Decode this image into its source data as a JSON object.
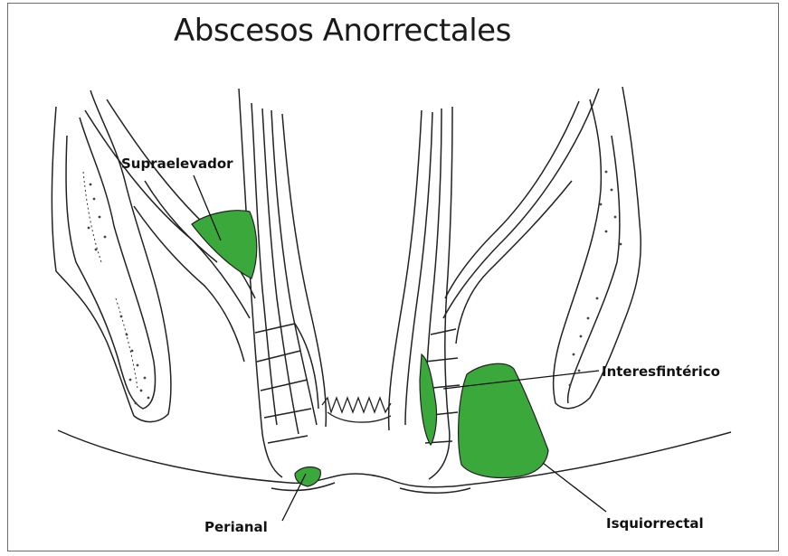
{
  "title": "Abscesos Anorrectales",
  "labels": {
    "supraelevador": "Supraelevador",
    "interesfinterico": "Interesfintérico",
    "isquiorrectal": "Isquiorrectal",
    "perianal": "Perianal"
  },
  "colors": {
    "abscess_fill": "#3aa83a",
    "line": "#222222"
  }
}
